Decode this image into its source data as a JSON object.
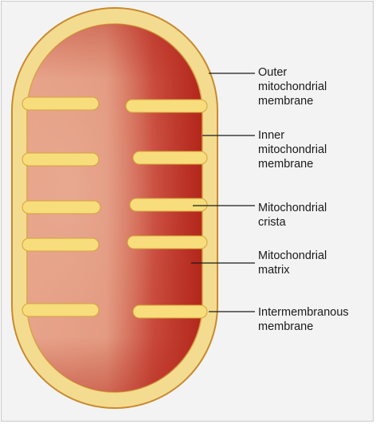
{
  "labels": {
    "outer_membrane": "Outer\nmitochondrial\nmembrane",
    "inner_membrane": "Inner\nmitochondrial\nmembrane",
    "crista": "Mitochondrial\ncrista",
    "matrix": "Mitochondrial\nmatrix",
    "intermembranous": "Intermembranous\nmembrane"
  },
  "colors": {
    "outer_fill": "#f3dc90",
    "outer_stroke": "#c88a2e",
    "matrix_light": "#e8a58b",
    "matrix_dark": "#b3261b",
    "crista_fill": "#f7dd7c",
    "leader_line": "#1a1a1a"
  }
}
